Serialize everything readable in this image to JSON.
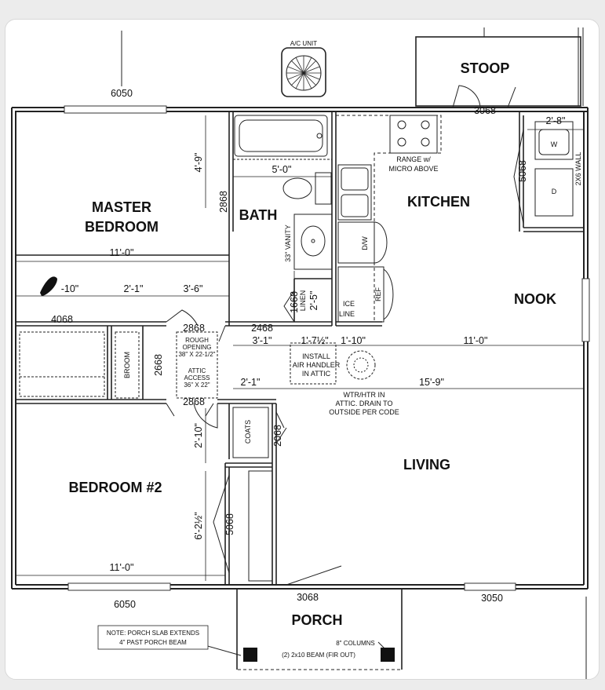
{
  "rooms": {
    "master_bedroom_l1": "MASTER",
    "master_bedroom_l2": "BEDROOM",
    "bath": "BATH",
    "kitchen": "KITCHEN",
    "nook": "NOOK",
    "living": "LIVING",
    "bedroom2": "BEDROOM #2",
    "stoop": "STOOP",
    "porch": "PORCH"
  },
  "fixtures": {
    "ac_unit": "A/C UNIT",
    "range_l1": "RANGE w/",
    "range_l2": "MICRO ABOVE",
    "dw": "D/W",
    "ref": "REF",
    "ice_l1": "ICE",
    "ice_l2": "LINE",
    "vanity": "33\" VANITY",
    "linen": "LINEN",
    "broom": "BROOM",
    "coats": "COATS",
    "washer": "W",
    "dryer": "D",
    "wall_2x6": "2X6 WALL"
  },
  "notes": {
    "rough_l1": "ROUGH",
    "rough_l2": "OPENING",
    "rough_l3": "38\" X 22-1/2\"",
    "attic_l1": "ATTIC",
    "attic_l2": "ACCESS",
    "attic_l3": "36\" X 22\"",
    "air_l1": "INSTALL",
    "air_l2": "AIR HANDLER",
    "air_l3": "IN ATTIC",
    "wtr_l1": "WTR/HTR IN",
    "wtr_l2": "ATTIC. DRAIN TO",
    "wtr_l3": "OUTSIDE PER CODE",
    "porch_l1": "NOTE: PORCH SLAB EXTENDS",
    "porch_l2": "4\" PAST PORCH BEAM",
    "columns": "8\" COLUMNS",
    "beam": "(2) 2x10 BEAM (FIR OUT)"
  },
  "codes": {
    "win_top_left": "6050",
    "door_stoop": "3068",
    "win_bath": "2868",
    "win_laundry": "5068",
    "door_master_closet": "4068",
    "door_hall_a": "2868",
    "door_hall_b": "2468",
    "door_linen": "1668",
    "door_hall_c": "2668",
    "door_hall_d": "2868",
    "door_coats": "2068",
    "door_bed2_closet": "5068",
    "win_bottom_left": "6050",
    "door_front": "3068",
    "win_bottom_right": "3050"
  },
  "dims": {
    "bath_h": "4'-9\"",
    "bath_w": "5'-0\"",
    "master_w": "11'-0\"",
    "closet_a": "-10\"",
    "closet_b": "2'-1\"",
    "closet_c": "3'-6\"",
    "linen_w": "2'-5\"",
    "hall_a": "3'-1\"",
    "hall_b": "1'-7½\"",
    "hall_c": "1'-10\"",
    "nook_w": "11'-0\"",
    "hall_d": "2'-1\"",
    "living_w": "15'-9\"",
    "laundry_w": "2'-8\"",
    "bed2_a": "2'-10\"",
    "bed2_b": "6'-2½\"",
    "bed2_w": "11'-0\""
  }
}
